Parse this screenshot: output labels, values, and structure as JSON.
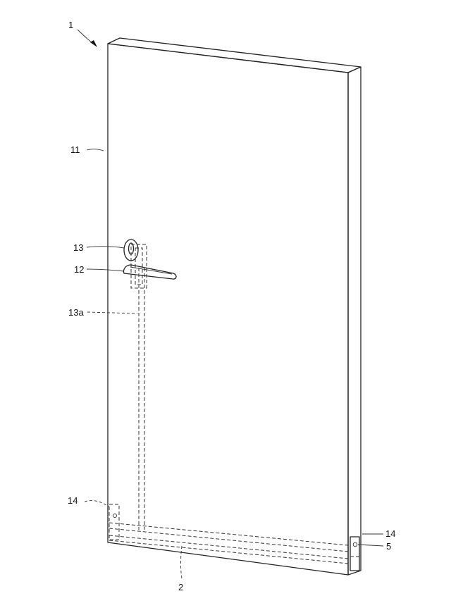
{
  "labels": {
    "door_assembly": "1",
    "door_panel": "11",
    "lock_cylinder": "13",
    "handle": "12",
    "rod": "13a",
    "hinge_left": "14",
    "hinge_right": "14",
    "bottom_member": "2",
    "pin": "5"
  }
}
